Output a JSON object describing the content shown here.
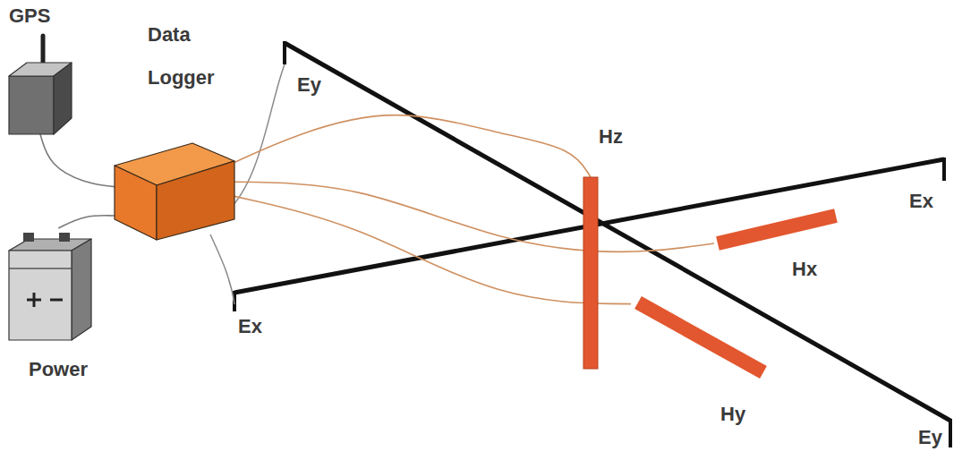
{
  "diagram": {
    "nodes": [
      {
        "text": [
          "GPS"
        ]
      },
      {
        "text": [
          "Data Logger"
        ]
      },
      {
        "text": [
          "Power"
        ]
      },
      {
        "text": [
          "Hz"
        ]
      },
      {
        "text": [
          "Hx"
        ]
      },
      {
        "text": [
          "Hy"
        ]
      }
    ],
    "edges": [
      {
        "from": 1,
        "to": 0,
        "arrow": "none"
      },
      {
        "from": 1,
        "to": 2,
        "arrow": "none"
      },
      {
        "from": 1,
        "to": 3,
        "arrow": "none"
      },
      {
        "from": 1,
        "to": 4,
        "arrow": "none"
      },
      {
        "from": 1,
        "to": 5,
        "arrow": "none"
      }
    ],
    "labels": [
      "Ey",
      "Ex",
      "Ex",
      "Ey"
    ]
  }
}
